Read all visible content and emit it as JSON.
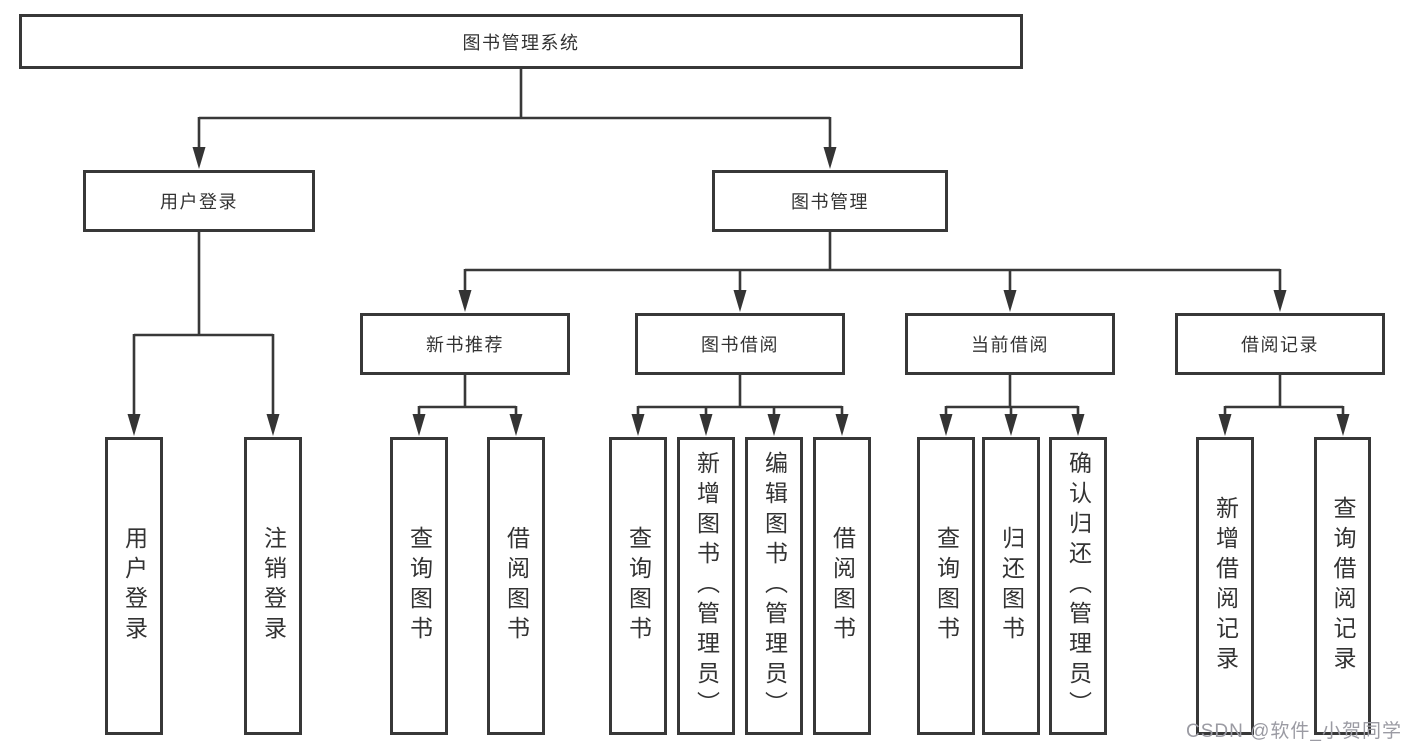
{
  "diagram_type": "hierarchy-tree",
  "tree": {
    "label": "图书管理系统",
    "children": [
      {
        "label": "用户登录",
        "children": [
          {
            "label": "用户登录"
          },
          {
            "label": "注销登录"
          }
        ]
      },
      {
        "label": "图书管理",
        "children": [
          {
            "label": "新书推荐",
            "children": [
              {
                "label": "查询图书"
              },
              {
                "label": "借阅图书"
              }
            ]
          },
          {
            "label": "图书借阅",
            "children": [
              {
                "label": "查询图书"
              },
              {
                "label": "新增图书（管理员）"
              },
              {
                "label": "编辑图书（管理员）"
              },
              {
                "label": "借阅图书"
              }
            ]
          },
          {
            "label": "当前借阅",
            "children": [
              {
                "label": "查询图书"
              },
              {
                "label": "归还图书"
              },
              {
                "label": "确认归还（管理员）"
              }
            ]
          },
          {
            "label": "借阅记录",
            "children": [
              {
                "label": "新增借阅记录"
              },
              {
                "label": "查询借阅记录"
              }
            ]
          }
        ]
      }
    ]
  },
  "watermark": {
    "text": "CSDN @软件_小贺同学"
  },
  "colors": {
    "line": "#383838",
    "box_border": "#383838",
    "text": "#333333",
    "watermark": "#9b9ba3",
    "background": "#ffffff"
  }
}
